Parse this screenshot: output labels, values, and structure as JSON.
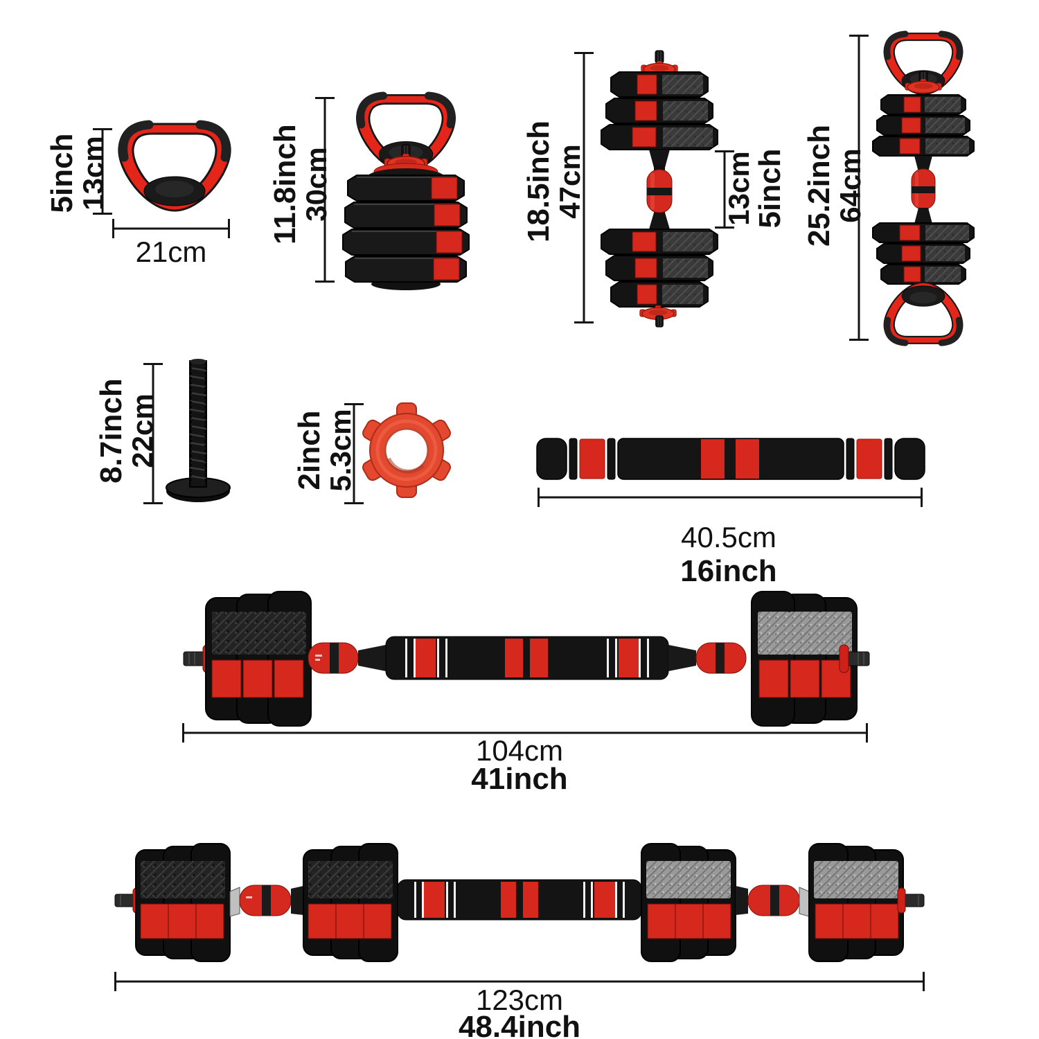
{
  "colors": {
    "accent_red": "#d7281e",
    "handle_red": "#e32619",
    "nut_red": "#e4492f",
    "plate_black": "#151515",
    "background": "#ffffff"
  },
  "figures": {
    "kettlebell_handle": {
      "icon": "kettlebell-handle-illustration",
      "height_inch": "5inch",
      "height_cm": "13cm",
      "width_cm": "21cm"
    },
    "kettlebell": {
      "icon": "kettlebell-illustration",
      "height_inch": "11.8inch",
      "height_cm": "30cm"
    },
    "dumbbell": {
      "icon": "dumbbell-illustration",
      "length_inch": "18.5inch",
      "length_cm": "47cm",
      "handle_cm": "13cm",
      "handle_inch": "5inch"
    },
    "kettlebell_dumbbell": {
      "icon": "kettlebell-dumbbell-illustration",
      "length_inch": "25.2inch",
      "length_cm": "64cm"
    },
    "screw_rod": {
      "icon": "screw-rod-illustration",
      "length_inch": "8.7inch",
      "length_cm": "22cm"
    },
    "spinlock_nut": {
      "icon": "spinlock-nut-illustration",
      "size_inch": "2inch",
      "size_cm": "5.3cm"
    },
    "connecting_bar": {
      "icon": "connecting-bar-illustration",
      "length_cm": "40.5cm",
      "length_inch": "16inch"
    },
    "barbell": {
      "icon": "barbell-illustration",
      "length_cm": "104cm",
      "length_inch": "41inch"
    },
    "long_barbell": {
      "icon": "long-barbell-illustration",
      "length_cm": "123cm",
      "length_inch": "48.4inch"
    }
  }
}
